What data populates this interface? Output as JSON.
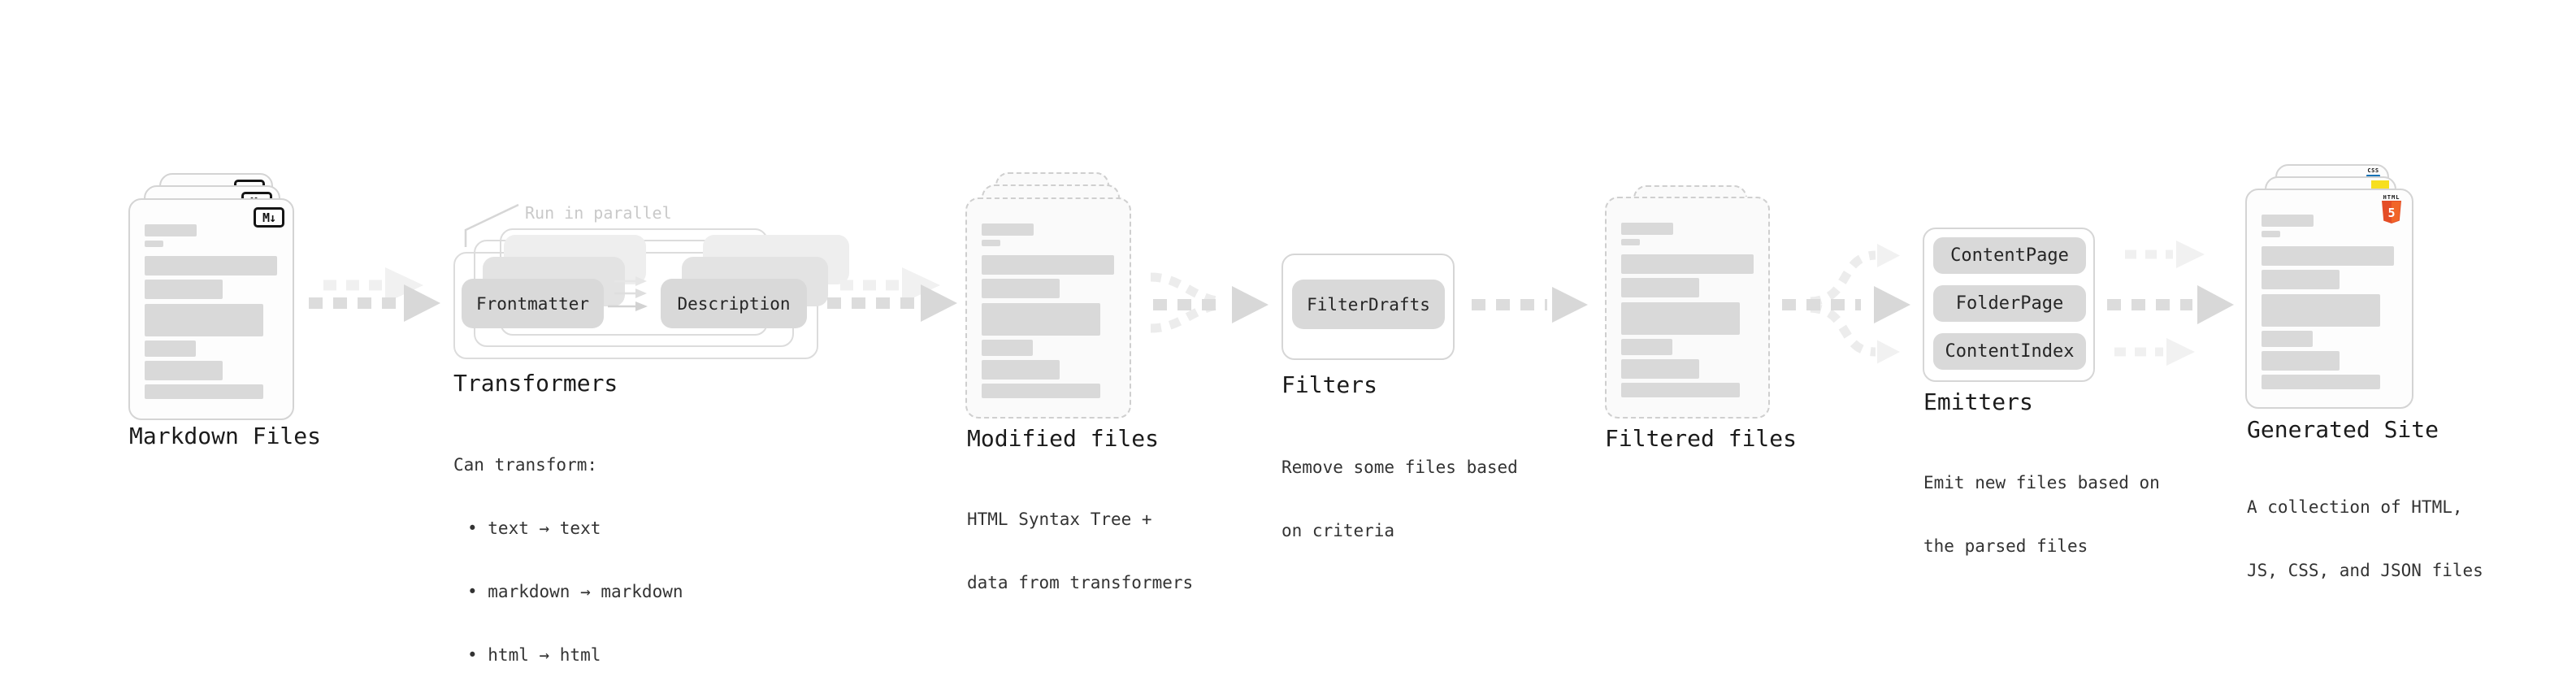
{
  "page": {
    "background": "#ffffff"
  },
  "stages": [
    {
      "title": "Markdown Files",
      "badge": "M↓"
    },
    {
      "title": "Transformers",
      "annotation": "Run in parallel",
      "pills": [
        "Frontmatter",
        "Description"
      ],
      "desc": [
        "Can transform:",
        "• text → text",
        "• markdown → markdown",
        "• html → html"
      ]
    },
    {
      "title": "Modified files",
      "desc": [
        "HTML Syntax Tree +",
        "data from transformers"
      ]
    },
    {
      "title": "Filters",
      "pills": [
        "FilterDrafts"
      ],
      "desc": [
        "Remove some files based",
        "on criteria"
      ]
    },
    {
      "title": "Filtered files"
    },
    {
      "title": "Emitters",
      "pills": [
        "ContentPage",
        "FolderPage",
        "ContentIndex"
      ],
      "desc": [
        "Emit new files based on",
        "the parsed files"
      ]
    },
    {
      "title": "Generated Site",
      "badges": {
        "css": "CSS",
        "html_label": "HTML",
        "html_number": "5"
      },
      "desc": [
        "A collection of HTML,",
        "JS, CSS, and JSON files"
      ]
    }
  ],
  "colors": {
    "arrow": "#d8d8d8",
    "arrow_faint": "#f0f0f0",
    "card_border": "#d4d4d4",
    "pill_bg": "#d9d9d9",
    "placeholder_bar": "#d9d9d9",
    "annotation_text": "#c9c9c9",
    "title_text": "#1b1b1b",
    "body_text": "#333333",
    "markdown_badge": "#151515",
    "html5_orange": "#e44d26",
    "js_yellow": "#f7df1e",
    "css_blue": "#1572b6"
  }
}
